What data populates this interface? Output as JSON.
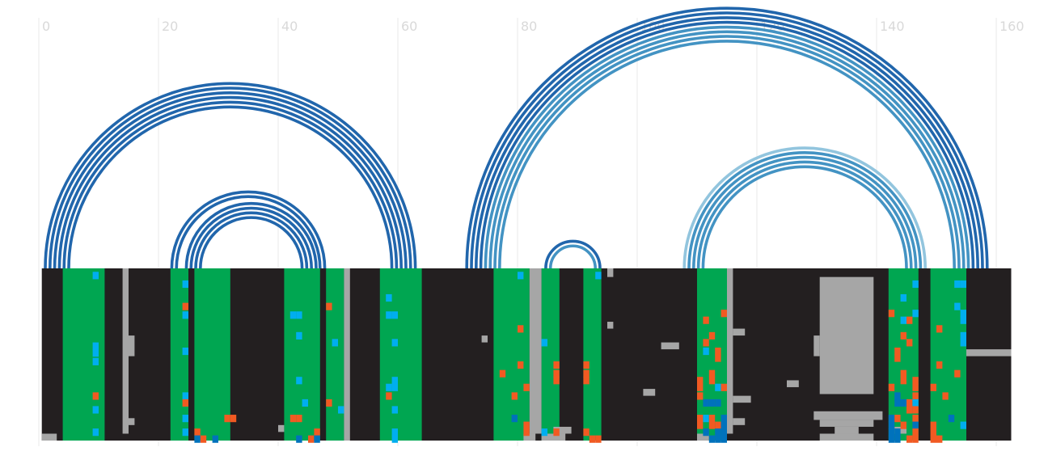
{
  "chart_data": {
    "type": "heatmap",
    "title": "",
    "xlabel": "",
    "ylabel": "",
    "xlim": [
      0,
      162.5
    ],
    "x_ticks": [
      0,
      20,
      40,
      60,
      80,
      100,
      120,
      140,
      160
    ],
    "grid": true,
    "colors": {
      "background": "#231f20",
      "green": "#00a651",
      "gray": "#a6a6a6",
      "cyan": "#00aeef",
      "orange": "#f15a22",
      "blue": "#0072bc"
    },
    "green_columns": [
      [
        4,
        11
      ],
      [
        22,
        25
      ],
      [
        26,
        32
      ],
      [
        41,
        47
      ],
      [
        48,
        51
      ],
      [
        57,
        64
      ],
      [
        76,
        82
      ],
      [
        84,
        87
      ],
      [
        91,
        94
      ],
      [
        110,
        115
      ],
      [
        142,
        147
      ],
      [
        149,
        155
      ]
    ],
    "gray_blocks": [
      [
        130.5,
        0.05,
        139.5,
        0.73
      ],
      [
        129.5,
        0.39,
        130.5,
        0.51
      ],
      [
        129.5,
        0.83,
        141,
        0.88
      ],
      [
        130.5,
        0.88,
        139.5,
        0.92
      ],
      [
        133,
        0.92,
        137,
        0.96
      ],
      [
        130.5,
        0.96,
        139.5,
        1.0
      ],
      [
        14,
        0,
        15,
        0.96
      ],
      [
        15,
        0.39,
        16,
        0.51
      ],
      [
        15,
        0.87,
        16,
        0.91
      ],
      [
        51,
        0,
        52,
        1.0
      ],
      [
        82,
        0,
        84,
        0.96
      ],
      [
        115,
        0,
        116,
        0.96
      ],
      [
        116,
        0.35,
        118,
        0.39
      ],
      [
        116,
        0.74,
        119,
        0.78
      ],
      [
        116,
        0.87,
        118,
        0.91
      ],
      [
        104,
        0.43,
        107,
        0.47
      ],
      [
        101,
        0.7,
        103,
        0.74
      ],
      [
        125,
        0.65,
        127,
        0.69
      ],
      [
        155,
        0.47,
        162.5,
        0.51
      ],
      [
        0,
        0.96,
        3,
        1.0
      ],
      [
        81,
        0.96,
        83,
        1.0
      ],
      [
        84,
        0.96,
        88,
        1.0
      ],
      [
        86,
        0.92,
        89,
        0.96
      ],
      [
        110,
        0.96,
        112,
        1.0
      ],
      [
        95,
        0,
        96,
        0.05
      ],
      [
        95,
        0.31,
        96,
        0.35
      ],
      [
        74,
        0.39,
        75,
        0.43
      ],
      [
        40,
        0.91,
        41,
        0.95
      ],
      [
        143,
        0.92,
        145,
        0.96
      ]
    ],
    "marks": [
      {
        "x": 9,
        "y": 0.02,
        "c": "cyan"
      },
      {
        "x": 9,
        "y": 0.43,
        "c": "cyan"
      },
      {
        "x": 9,
        "y": 0.47,
        "c": "cyan"
      },
      {
        "x": 9,
        "y": 0.52,
        "c": "cyan"
      },
      {
        "x": 9,
        "y": 0.72,
        "c": "orange"
      },
      {
        "x": 9,
        "y": 0.8,
        "c": "cyan"
      },
      {
        "x": 9,
        "y": 0.93,
        "c": "cyan"
      },
      {
        "x": 24,
        "y": 0.07,
        "c": "cyan"
      },
      {
        "x": 24,
        "y": 0.2,
        "c": "orange"
      },
      {
        "x": 24,
        "y": 0.25,
        "c": "cyan"
      },
      {
        "x": 24,
        "y": 0.46,
        "c": "cyan"
      },
      {
        "x": 24,
        "y": 0.72,
        "c": "cyan"
      },
      {
        "x": 24,
        "y": 0.76,
        "c": "orange"
      },
      {
        "x": 24,
        "y": 0.85,
        "c": "cyan"
      },
      {
        "x": 24,
        "y": 0.93,
        "c": "cyan"
      },
      {
        "x": 26,
        "y": 0.93,
        "c": "orange"
      },
      {
        "x": 26,
        "y": 0.97,
        "c": "blue"
      },
      {
        "x": 27,
        "y": 0.97,
        "c": "orange"
      },
      {
        "x": 29,
        "y": 0.97,
        "c": "blue"
      },
      {
        "x": 31,
        "y": 0.85,
        "c": "orange"
      },
      {
        "x": 32,
        "y": 0.85,
        "c": "orange"
      },
      {
        "x": 42,
        "y": 0.25,
        "c": "cyan"
      },
      {
        "x": 43,
        "y": 0.25,
        "c": "cyan"
      },
      {
        "x": 43,
        "y": 0.37,
        "c": "cyan"
      },
      {
        "x": 43,
        "y": 0.63,
        "c": "cyan"
      },
      {
        "x": 44,
        "y": 0.76,
        "c": "cyan"
      },
      {
        "x": 42,
        "y": 0.85,
        "c": "orange"
      },
      {
        "x": 43,
        "y": 0.85,
        "c": "orange"
      },
      {
        "x": 43,
        "y": 0.97,
        "c": "blue"
      },
      {
        "x": 45,
        "y": 0.97,
        "c": "orange"
      },
      {
        "x": 46,
        "y": 0.93,
        "c": "orange"
      },
      {
        "x": 46,
        "y": 0.97,
        "c": "blue"
      },
      {
        "x": 48,
        "y": 0.2,
        "c": "orange"
      },
      {
        "x": 49,
        "y": 0.41,
        "c": "cyan"
      },
      {
        "x": 48,
        "y": 0.76,
        "c": "orange"
      },
      {
        "x": 50,
        "y": 0.8,
        "c": "cyan"
      },
      {
        "x": 58,
        "y": 0.15,
        "c": "cyan"
      },
      {
        "x": 58,
        "y": 0.25,
        "c": "cyan"
      },
      {
        "x": 59,
        "y": 0.25,
        "c": "cyan"
      },
      {
        "x": 59,
        "y": 0.41,
        "c": "cyan"
      },
      {
        "x": 59,
        "y": 0.63,
        "c": "cyan"
      },
      {
        "x": 58,
        "y": 0.67,
        "c": "cyan"
      },
      {
        "x": 59,
        "y": 0.67,
        "c": "cyan"
      },
      {
        "x": 58,
        "y": 0.72,
        "c": "orange"
      },
      {
        "x": 59,
        "y": 0.8,
        "c": "cyan"
      },
      {
        "x": 59,
        "y": 0.93,
        "c": "cyan"
      },
      {
        "x": 59,
        "y": 0.97,
        "c": "cyan"
      },
      {
        "x": 80,
        "y": 0.02,
        "c": "cyan"
      },
      {
        "x": 80,
        "y": 0.33,
        "c": "orange"
      },
      {
        "x": 80,
        "y": 0.54,
        "c": "orange"
      },
      {
        "x": 77,
        "y": 0.59,
        "c": "orange"
      },
      {
        "x": 81,
        "y": 0.67,
        "c": "orange"
      },
      {
        "x": 79,
        "y": 0.72,
        "c": "orange"
      },
      {
        "x": 79,
        "y": 0.85,
        "c": "blue"
      },
      {
        "x": 81,
        "y": 0.89,
        "c": "orange"
      },
      {
        "x": 81,
        "y": 0.93,
        "c": "orange"
      },
      {
        "x": 84,
        "y": 0.41,
        "c": "cyan"
      },
      {
        "x": 86,
        "y": 0.54,
        "c": "orange"
      },
      {
        "x": 86,
        "y": 0.59,
        "c": "orange"
      },
      {
        "x": 86,
        "y": 0.63,
        "c": "orange"
      },
      {
        "x": 84,
        "y": 0.93,
        "c": "cyan"
      },
      {
        "x": 86,
        "y": 0.93,
        "c": "orange"
      },
      {
        "x": 91,
        "y": 0.54,
        "c": "orange"
      },
      {
        "x": 91,
        "y": 0.59,
        "c": "orange"
      },
      {
        "x": 91,
        "y": 0.63,
        "c": "orange"
      },
      {
        "x": 93,
        "y": 0.02,
        "c": "cyan"
      },
      {
        "x": 91,
        "y": 0.93,
        "c": "orange"
      },
      {
        "x": 92,
        "y": 0.97,
        "c": "orange"
      },
      {
        "x": 93,
        "y": 0.97,
        "c": "orange"
      },
      {
        "x": 111,
        "y": 0.28,
        "c": "orange"
      },
      {
        "x": 112,
        "y": 0.37,
        "c": "orange"
      },
      {
        "x": 111,
        "y": 0.41,
        "c": "orange"
      },
      {
        "x": 111,
        "y": 0.46,
        "c": "cyan"
      },
      {
        "x": 113,
        "y": 0.46,
        "c": "orange"
      },
      {
        "x": 113,
        "y": 0.5,
        "c": "orange"
      },
      {
        "x": 112,
        "y": 0.59,
        "c": "orange"
      },
      {
        "x": 112,
        "y": 0.63,
        "c": "orange"
      },
      {
        "x": 110,
        "y": 0.63,
        "c": "orange"
      },
      {
        "x": 110,
        "y": 0.67,
        "c": "orange"
      },
      {
        "x": 110,
        "y": 0.72,
        "c": "orange"
      },
      {
        "x": 113,
        "y": 0.67,
        "c": "cyan"
      },
      {
        "x": 114,
        "y": 0.67,
        "c": "orange"
      },
      {
        "x": 114,
        "y": 0.24,
        "c": "orange"
      },
      {
        "x": 111,
        "y": 0.76,
        "c": "blue"
      },
      {
        "x": 112,
        "y": 0.76,
        "c": "blue"
      },
      {
        "x": 113,
        "y": 0.76,
        "c": "blue"
      },
      {
        "x": 110,
        "y": 0.85,
        "c": "orange"
      },
      {
        "x": 111,
        "y": 0.85,
        "c": "cyan"
      },
      {
        "x": 112,
        "y": 0.85,
        "c": "orange"
      },
      {
        "x": 114,
        "y": 0.85,
        "c": "blue"
      },
      {
        "x": 110,
        "y": 0.89,
        "c": "orange"
      },
      {
        "x": 112,
        "y": 0.89,
        "c": "orange"
      },
      {
        "x": 113,
        "y": 0.89,
        "c": "orange"
      },
      {
        "x": 114,
        "y": 0.89,
        "c": "blue"
      },
      {
        "x": 111,
        "y": 0.93,
        "c": "blue"
      },
      {
        "x": 113,
        "y": 0.93,
        "c": "blue"
      },
      {
        "x": 114,
        "y": 0.93,
        "c": "blue"
      },
      {
        "x": 112,
        "y": 0.97,
        "c": "blue"
      },
      {
        "x": 113,
        "y": 0.97,
        "c": "blue"
      },
      {
        "x": 114,
        "y": 0.97,
        "c": "blue"
      },
      {
        "x": 146,
        "y": 0.07,
        "c": "cyan"
      },
      {
        "x": 144,
        "y": 0.15,
        "c": "cyan"
      },
      {
        "x": 142,
        "y": 0.24,
        "c": "orange"
      },
      {
        "x": 146,
        "y": 0.24,
        "c": "cyan"
      },
      {
        "x": 144,
        "y": 0.28,
        "c": "cyan"
      },
      {
        "x": 145,
        "y": 0.28,
        "c": "orange"
      },
      {
        "x": 144,
        "y": 0.37,
        "c": "orange"
      },
      {
        "x": 145,
        "y": 0.41,
        "c": "orange"
      },
      {
        "x": 143,
        "y": 0.46,
        "c": "orange"
      },
      {
        "x": 143,
        "y": 0.5,
        "c": "orange"
      },
      {
        "x": 144,
        "y": 0.59,
        "c": "orange"
      },
      {
        "x": 144,
        "y": 0.63,
        "c": "orange"
      },
      {
        "x": 146,
        "y": 0.63,
        "c": "orange"
      },
      {
        "x": 146,
        "y": 0.67,
        "c": "orange"
      },
      {
        "x": 142,
        "y": 0.67,
        "c": "orange"
      },
      {
        "x": 143,
        "y": 0.72,
        "c": "blue"
      },
      {
        "x": 146,
        "y": 0.72,
        "c": "orange"
      },
      {
        "x": 143,
        "y": 0.76,
        "c": "blue"
      },
      {
        "x": 144,
        "y": 0.76,
        "c": "blue"
      },
      {
        "x": 145,
        "y": 0.76,
        "c": "orange"
      },
      {
        "x": 146,
        "y": 0.76,
        "c": "cyan"
      },
      {
        "x": 145,
        "y": 0.8,
        "c": "orange"
      },
      {
        "x": 146,
        "y": 0.8,
        "c": "orange"
      },
      {
        "x": 142,
        "y": 0.85,
        "c": "blue"
      },
      {
        "x": 143,
        "y": 0.85,
        "c": "orange"
      },
      {
        "x": 146,
        "y": 0.85,
        "c": "orange"
      },
      {
        "x": 142,
        "y": 0.89,
        "c": "blue"
      },
      {
        "x": 144,
        "y": 0.89,
        "c": "orange"
      },
      {
        "x": 146,
        "y": 0.89,
        "c": "blue"
      },
      {
        "x": 142,
        "y": 0.93,
        "c": "blue"
      },
      {
        "x": 143,
        "y": 0.93,
        "c": "blue"
      },
      {
        "x": 146,
        "y": 0.93,
        "c": "orange"
      },
      {
        "x": 142,
        "y": 0.97,
        "c": "blue"
      },
      {
        "x": 143,
        "y": 0.97,
        "c": "blue"
      },
      {
        "x": 145,
        "y": 0.97,
        "c": "orange"
      },
      {
        "x": 146,
        "y": 0.97,
        "c": "orange"
      },
      {
        "x": 153,
        "y": 0.07,
        "c": "cyan"
      },
      {
        "x": 154,
        "y": 0.07,
        "c": "cyan"
      },
      {
        "x": 153,
        "y": 0.2,
        "c": "cyan"
      },
      {
        "x": 154,
        "y": 0.24,
        "c": "cyan"
      },
      {
        "x": 154,
        "y": 0.28,
        "c": "cyan"
      },
      {
        "x": 150,
        "y": 0.33,
        "c": "orange"
      },
      {
        "x": 154,
        "y": 0.37,
        "c": "cyan"
      },
      {
        "x": 154,
        "y": 0.41,
        "c": "cyan"
      },
      {
        "x": 150,
        "y": 0.54,
        "c": "orange"
      },
      {
        "x": 153,
        "y": 0.59,
        "c": "orange"
      },
      {
        "x": 149,
        "y": 0.67,
        "c": "orange"
      },
      {
        "x": 151,
        "y": 0.72,
        "c": "orange"
      },
      {
        "x": 152,
        "y": 0.85,
        "c": "blue"
      },
      {
        "x": 154,
        "y": 0.89,
        "c": "cyan"
      },
      {
        "x": 149,
        "y": 0.89,
        "c": "orange"
      },
      {
        "x": 149,
        "y": 0.93,
        "c": "orange"
      },
      {
        "x": 149,
        "y": 0.97,
        "c": "orange"
      },
      {
        "x": 150,
        "y": 0.97,
        "c": "orange"
      }
    ],
    "arc_groups": [
      {
        "start": 5,
        "end": 59,
        "count": 6,
        "colors": [
          "#2166ac"
        ]
      },
      {
        "start": 23,
        "end": 47,
        "count": 2,
        "colors": [
          "#2166ac"
        ]
      },
      {
        "start": 27,
        "end": 44,
        "count": 4,
        "colors": [
          "#2166ac"
        ]
      },
      {
        "start": 77,
        "end": 153,
        "count": 8,
        "colors": [
          "#2166ac",
          "#2166ac",
          "#2166ac",
          "#2166ac",
          "#4393c3",
          "#4393c3",
          "#4393c3",
          "#4393c3"
        ]
      },
      {
        "start": 85.5,
        "end": 93,
        "count": 2,
        "colors": [
          "#2166ac",
          "#4393c3"
        ]
      },
      {
        "start": 111,
        "end": 145,
        "count": 5,
        "colors": [
          "#92c5de",
          "#4393c3",
          "#4393c3",
          "#4393c3",
          "#4393c3"
        ]
      }
    ]
  }
}
